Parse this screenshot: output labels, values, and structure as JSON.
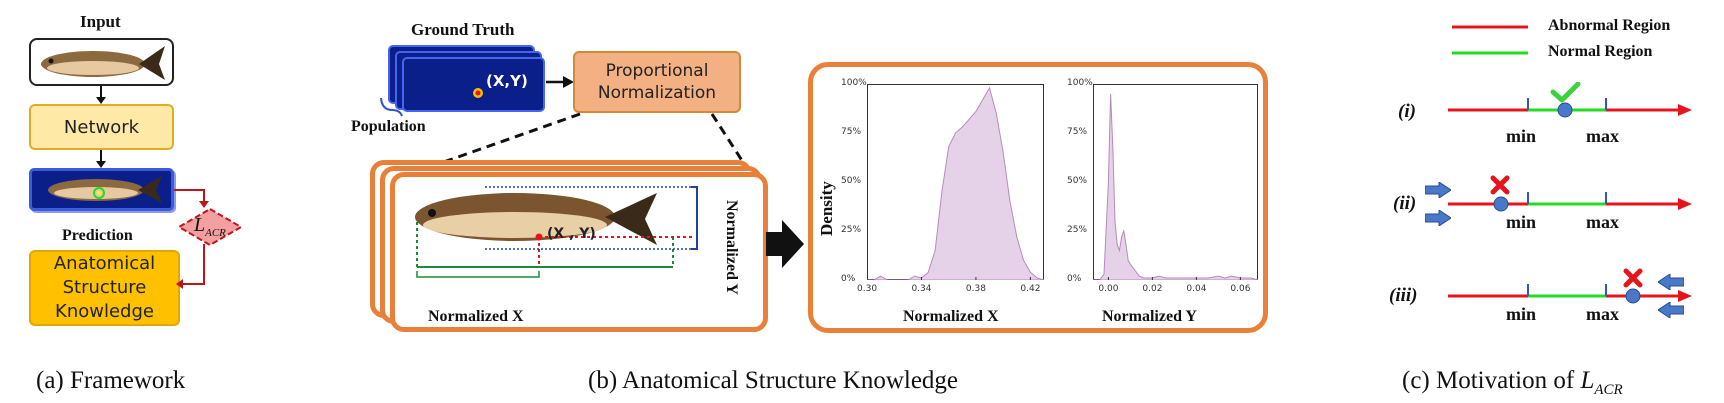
{
  "panel_a": {
    "input_label": "Input",
    "network_label": "Network",
    "prediction_label": "Prediction",
    "loss_label": "L",
    "loss_sub": "ACR",
    "knowledge_lines": [
      "Anatomical",
      "Structure",
      "Knowledge"
    ],
    "caption": "(a) Framework"
  },
  "panel_b": {
    "ground_truth_label": "Ground Truth",
    "coordinate_label": "(X,Y)",
    "population_label": "Population",
    "normalization_lines": [
      "Proportional",
      "Normalization"
    ],
    "fish_point_label": "(X , Y)",
    "normalized_x_label": "Normalized X",
    "normalized_y_label": "Normalized Y",
    "density_label": "Density",
    "caption": "(b) Anatomical Structure Knowledge"
  },
  "panel_c": {
    "legend_abnormal": "Abnormal Region",
    "legend_normal": "Normal Region",
    "cases": [
      {
        "label": "(i)",
        "min": "min",
        "max": "max"
      },
      {
        "label": "(ii)",
        "min": "min",
        "max": "max"
      },
      {
        "label": "(iii)",
        "min": "min",
        "max": "max"
      }
    ],
    "caption_prefix": "(c) Motivation of ",
    "caption_math": "L",
    "caption_sub": "ACR"
  },
  "colors": {
    "abnormal": "#e8141c",
    "normal": "#22dd22",
    "marker": "#4a78c8",
    "frame_orange": "#e8803a",
    "density_fill": "#e6d2e8",
    "density_line": "#b58bbb",
    "navy": "#0b1f8a"
  },
  "chart_data": [
    {
      "type": "area",
      "xlabel": "Normalized X",
      "ylabel": "Density",
      "xlim": [
        0.3,
        0.43
      ],
      "ylim": [
        0,
        100
      ],
      "xticks": [
        "0.30",
        "0.34",
        "0.38",
        "0.42"
      ],
      "yticks": [
        "0%",
        "25%",
        "50%",
        "75%",
        "100%"
      ],
      "x": [
        0.3,
        0.305,
        0.31,
        0.315,
        0.32,
        0.325,
        0.33,
        0.335,
        0.34,
        0.345,
        0.35,
        0.355,
        0.36,
        0.365,
        0.37,
        0.375,
        0.38,
        0.385,
        0.39,
        0.395,
        0.4,
        0.405,
        0.41,
        0.415,
        0.42,
        0.425,
        0.43
      ],
      "values": [
        0,
        0,
        2,
        0,
        0,
        0,
        0,
        2,
        1,
        4,
        15,
        45,
        68,
        75,
        78,
        82,
        86,
        92,
        98,
        85,
        65,
        40,
        22,
        10,
        4,
        1,
        0
      ]
    },
    {
      "type": "area",
      "xlabel": "Normalized Y",
      "xlim": [
        -0.007,
        0.068
      ],
      "ylim": [
        0,
        100
      ],
      "xticks": [
        "0.00",
        "0.02",
        "0.04",
        "0.06"
      ],
      "yticks": [
        "0%",
        "25%",
        "50%",
        "75%",
        "100%"
      ],
      "x": [
        -0.007,
        -0.004,
        -0.002,
        0.0,
        0.001,
        0.002,
        0.003,
        0.004,
        0.005,
        0.006,
        0.007,
        0.008,
        0.009,
        0.01,
        0.012,
        0.014,
        0.016,
        0.018,
        0.02,
        0.023,
        0.026,
        0.03,
        0.035,
        0.04,
        0.045,
        0.05,
        0.053,
        0.056,
        0.06,
        0.065,
        0.068
      ],
      "values": [
        0,
        0,
        3,
        50,
        95,
        68,
        30,
        18,
        15,
        22,
        25,
        18,
        10,
        8,
        5,
        2,
        1,
        1,
        1,
        2,
        1,
        1,
        1,
        1,
        1,
        2,
        1,
        2,
        1,
        1,
        0
      ]
    }
  ]
}
